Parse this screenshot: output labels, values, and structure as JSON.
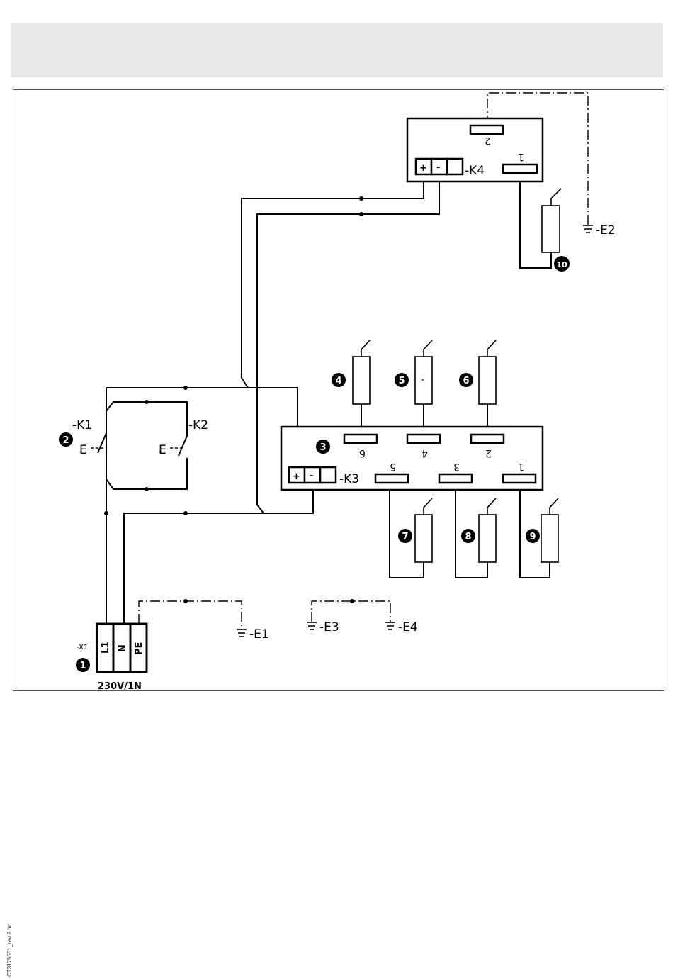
{
  "labels": {
    "k1": "-K1",
    "k2": "-K2",
    "k3": "-K3",
    "k4": "-K4",
    "e1": "-E1",
    "e2": "-E2",
    "e3": "-E3",
    "e4": "-E4",
    "x1": "-X1",
    "switch_e_k1": "E",
    "switch_e_k2": "E",
    "plus": "+",
    "minus": "-",
    "supply": "230V/1N",
    "terminal_l1": "L1",
    "terminal_n": "N",
    "terminal_pe": "PE",
    "heater5_mark": "-"
  },
  "pins": {
    "k4_2": "2",
    "k4_1": "1",
    "k3_6": "6",
    "k3_4": "4",
    "k3_2": "2",
    "k3_5": "5",
    "k3_3": "3",
    "k3_1": "1"
  },
  "badges": [
    "1",
    "2",
    "3",
    "4",
    "5",
    "6",
    "7",
    "8",
    "9",
    "10"
  ],
  "footer": {
    "doc_id": "CT3175551_rev 2.fm"
  }
}
